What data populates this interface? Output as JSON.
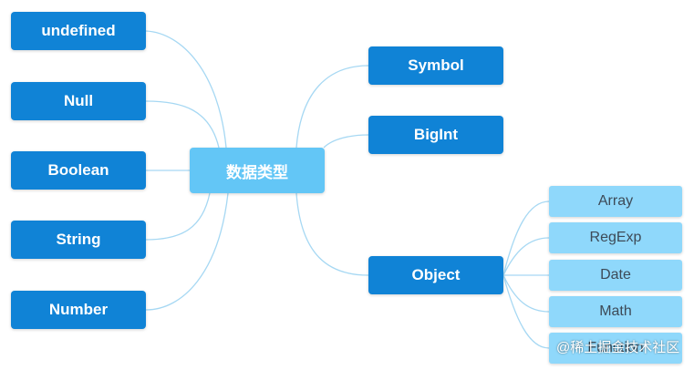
{
  "center": "数据类型",
  "left_nodes": [
    "undefined",
    "Null",
    "Boolean",
    "String",
    "Number"
  ],
  "right_nodes": [
    "Symbol",
    "BigInt",
    "Object"
  ],
  "object_children": [
    "Array",
    "RegExp",
    "Date",
    "Math",
    "Function"
  ],
  "watermark": "@稀土掘金技术社区",
  "colors": {
    "primary_node": "#1083d6",
    "center_node": "#63c6f6",
    "child_node": "#8fd8fb",
    "connector": "#a6d8f3"
  }
}
